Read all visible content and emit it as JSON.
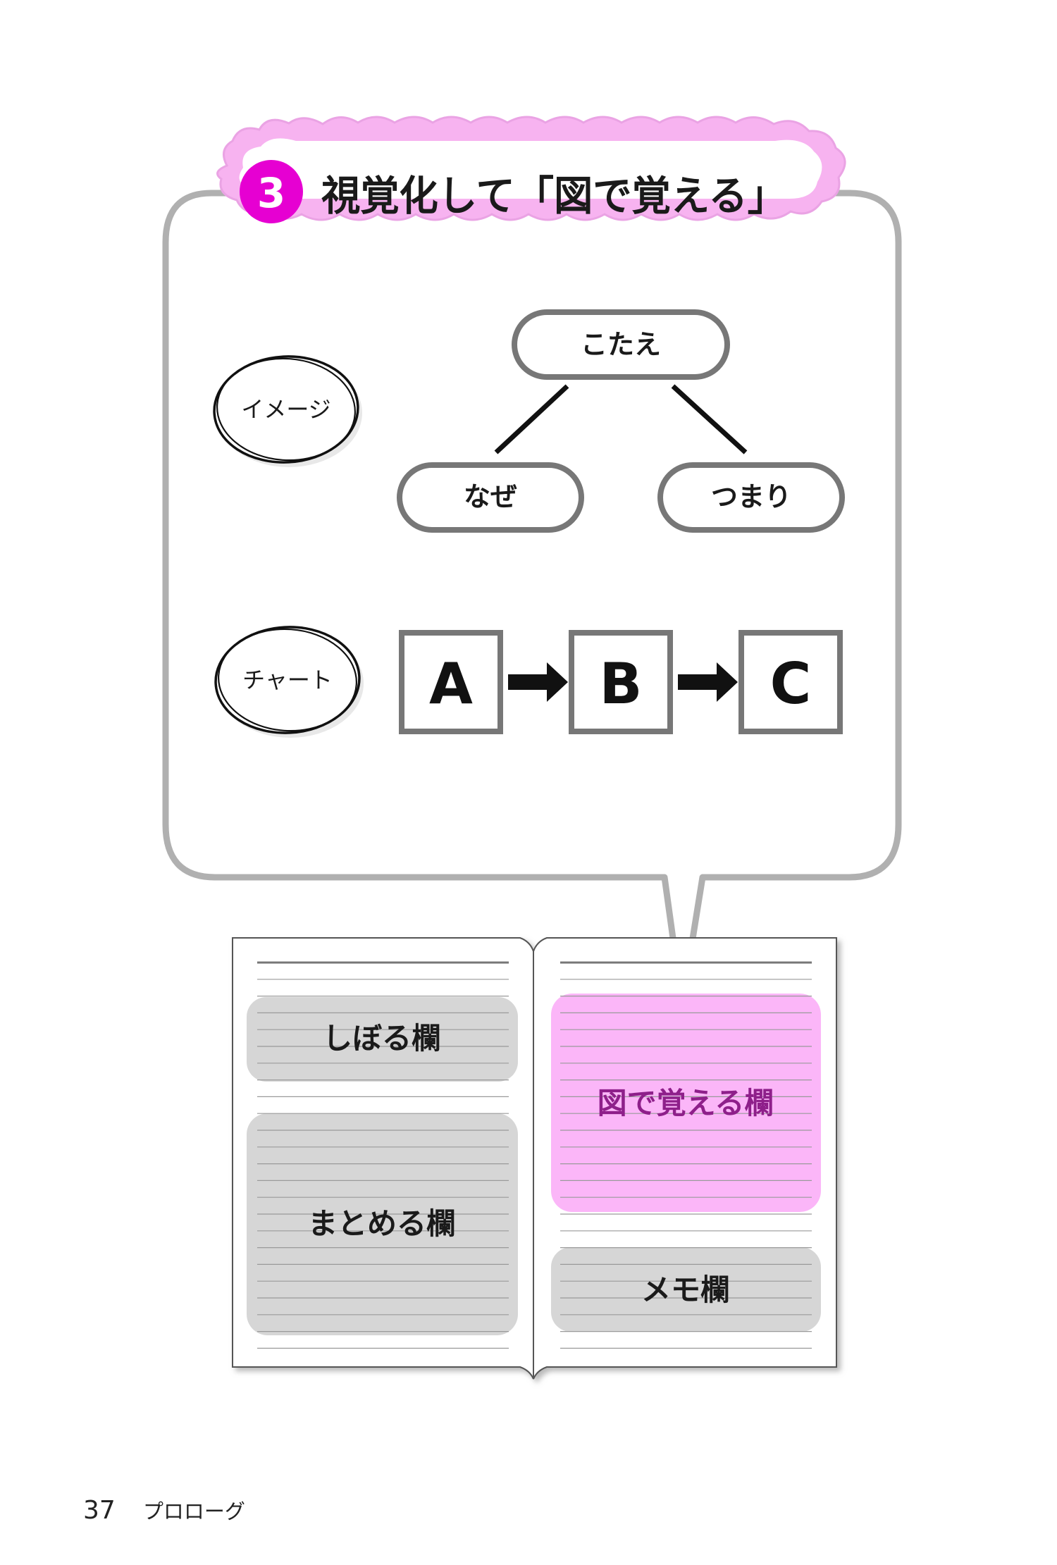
{
  "heading": {
    "number": "3",
    "text": "視覚化して「図で覚える」"
  },
  "tags": {
    "image": "イメージ",
    "chart": "チャート"
  },
  "tree": {
    "root": "こたえ",
    "left": "なぜ",
    "right": "つまり"
  },
  "flow": {
    "steps": [
      "A",
      "B",
      "C"
    ]
  },
  "notebook": {
    "shiboru": "しぼる欄",
    "matomeru": "まとめる欄",
    "zu": "図で覚える欄",
    "memo": "メモ欄"
  },
  "footer": {
    "page_number": "37",
    "chapter": "プロローグ"
  },
  "colors": {
    "accent": "#e600d2",
    "bubble_fill": "#f7b3f0",
    "panel_pink": "#fbb6f8",
    "panel_gray": "#d6d6d6",
    "outline_gray": "#b0b0b0",
    "zu_text": "#8e1f8a"
  }
}
